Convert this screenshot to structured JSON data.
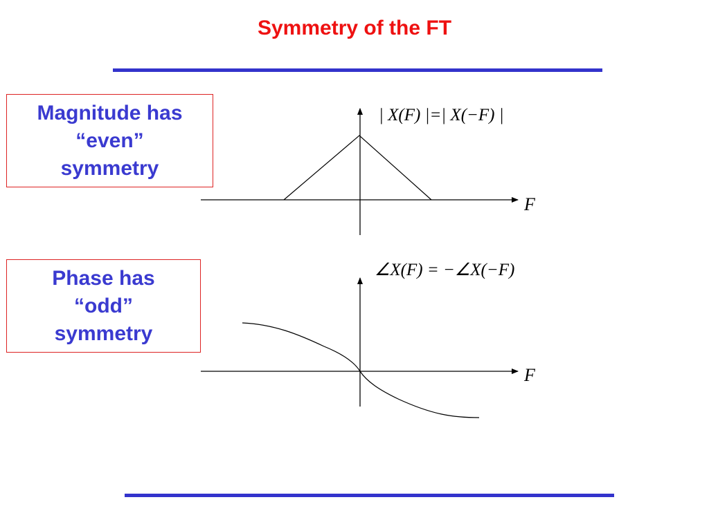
{
  "slide": {
    "title": "Symmetry of the FT"
  },
  "magnitude_box": {
    "line1": "Magnitude has",
    "line2": "“even”",
    "line3": "symmetry"
  },
  "phase_box": {
    "line1": "Phase has",
    "line2": "“odd”",
    "line3": "symmetry"
  },
  "magnitude_plot": {
    "equation": "| X(F) |=| X(−F) |",
    "axis_label": "F"
  },
  "phase_plot": {
    "equation": "∠X(F) = −∠X(−F)",
    "axis_label": "F"
  },
  "colors": {
    "title": "#ee1111",
    "box_text": "#3a3ad0",
    "box_border": "#dd2222",
    "rule": "#3333cc"
  }
}
